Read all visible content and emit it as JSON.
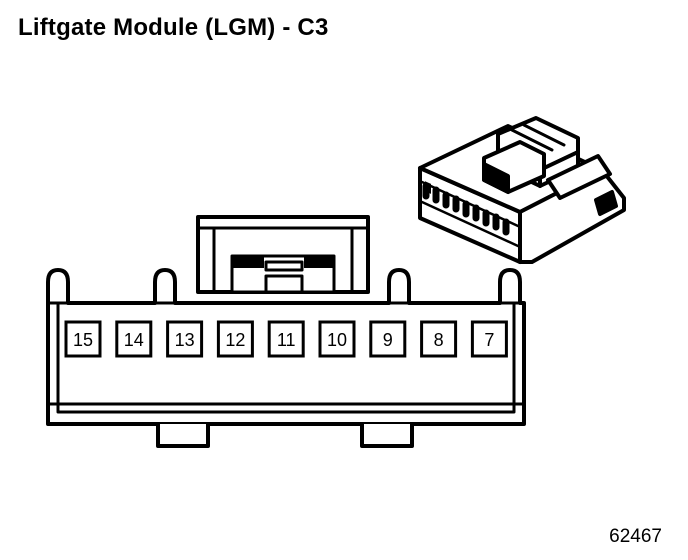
{
  "title": "Liftgate Module (LGM) - C3",
  "figure_number": "62467",
  "terminals": [
    "15",
    "14",
    "13",
    "12",
    "11",
    "10",
    "9",
    "8",
    "7"
  ],
  "colors": {
    "line": "#000000",
    "background": "#ffffff"
  }
}
